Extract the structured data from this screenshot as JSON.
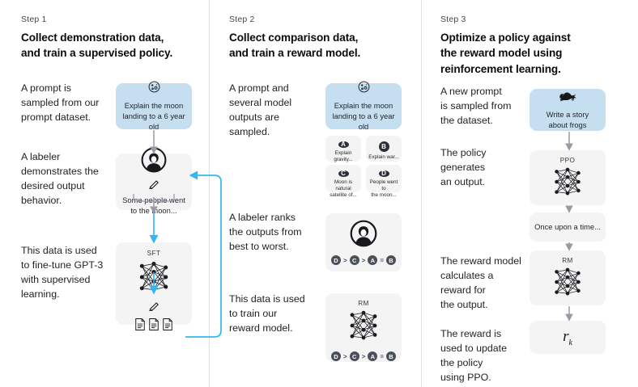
{
  "theme": {
    "blue_card": "#c5dff0",
    "gray_card": "#f4f4f5",
    "arrow_gray": "#9a9aa6",
    "arrow_blue": "#35b6f0",
    "divider": "#e2e2e4",
    "badge_dark": "#2b2f38",
    "text": "#222326"
  },
  "columns": [
    {
      "step_label": "Step 1",
      "title_lines": [
        "Collect demonstration data,",
        "and train a supervised policy."
      ],
      "paragraphs": [
        "A prompt is\nsampled from our\nprompt dataset.",
        "A labeler\ndemonstrates the\ndesired output\nbehavior.",
        "This data is used\nto fine-tune GPT-3\nwith supervised\nlearning."
      ],
      "nodes": {
        "prompt_card": {
          "icon": "moon-icon",
          "text": "Explain the moon\nlanding to a 6 year old"
        },
        "labeler_card": {
          "icon": "labeler-avatar-icon",
          "sub_icon": "pencil-icon",
          "text": "Some people went\nto the moon..."
        },
        "sft_card": {
          "label": "SFT",
          "icon": "neural-network-icon",
          "sub_icon": "pencil-icon",
          "docs_icon": "documents-icon"
        }
      }
    },
    {
      "step_label": "Step 2",
      "title_lines": [
        "Collect comparison data,",
        "and train a reward model."
      ],
      "paragraphs": [
        "A prompt and\nseveral model\noutputs are\nsampled.",
        "A labeler ranks\nthe outputs from\nbest to worst.",
        "This data is used\nto train our\nreward model."
      ],
      "nodes": {
        "prompt_card": {
          "icon": "moon-icon",
          "text": "Explain the moon\nlanding to a 6 year old"
        },
        "options": [
          {
            "badge": "A",
            "text": "Explain gravity..."
          },
          {
            "badge": "B",
            "text": "Explain war..."
          },
          {
            "badge": "C",
            "text": "Moon is natural\nsatellite of..."
          },
          {
            "badge": "D",
            "text": "People went to\nthe moon..."
          }
        ],
        "ranking_card": {
          "icon": "labeler-avatar-icon",
          "ranking": [
            "D",
            ">",
            "C",
            ">",
            "A",
            "=",
            "B"
          ]
        },
        "rm_card": {
          "label": "RM",
          "icon": "neural-network-icon",
          "ranking": [
            "D",
            ">",
            "C",
            ">",
            "A",
            "=",
            "B"
          ]
        }
      }
    },
    {
      "step_label": "Step 3",
      "title_lines": [
        "Optimize a policy against",
        "the reward model using",
        "reinforcement learning."
      ],
      "paragraphs": [
        "A new prompt\nis sampled from\nthe dataset.",
        "The policy\ngenerates\nan output.",
        "The reward model\ncalculates a\nreward for\nthe output.",
        "The reward is\nused to update\nthe policy\nusing PPO."
      ],
      "nodes": {
        "prompt_card": {
          "icon": "frog-icon",
          "text": "Write a story\nabout frogs"
        },
        "ppo_card": {
          "label": "PPO",
          "icon": "neural-network-icon"
        },
        "output_card": {
          "text": "Once upon a time..."
        },
        "rm_card": {
          "label": "RM",
          "icon": "neural-network-icon"
        },
        "reward_card": {
          "symbol": "r",
          "subscript": "k"
        }
      }
    }
  ]
}
